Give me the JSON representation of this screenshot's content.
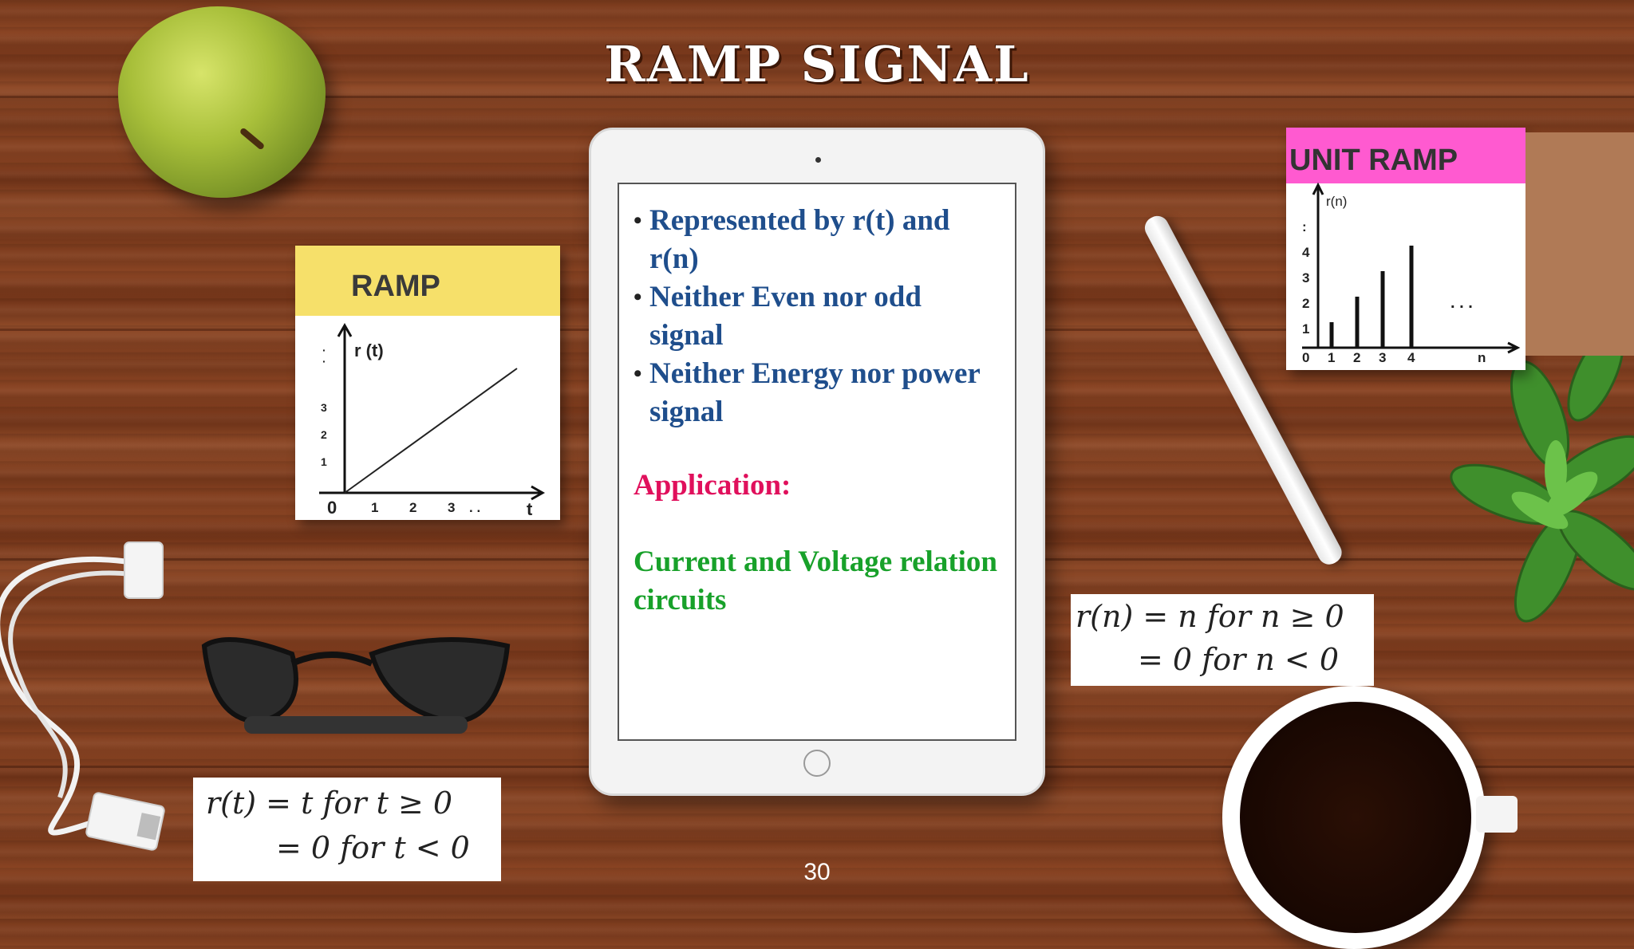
{
  "slide": {
    "title": "RAMP SIGNAL",
    "page_number": "30"
  },
  "tablet": {
    "bullets": [
      "Represented by r(t) and r(n)",
      "Neither Even nor odd signal",
      "Neither Energy nor power signal"
    ],
    "application_heading": "Application:",
    "application_text": "Current and Voltage relation circuits"
  },
  "ramp_note": {
    "heading": "RAMP",
    "ylabel": "r (t)",
    "xlabel": "t",
    "origin": "0",
    "x_ticks": [
      "1",
      "2",
      "3",
      ". ."
    ],
    "y_ticks": [
      "1",
      "2",
      "3",
      "·",
      "·"
    ]
  },
  "unit_ramp_note": {
    "heading": "UNIT RAMP",
    "ylabel": "r(n)",
    "xlabel": "n",
    "x_ticks": [
      "0",
      "1",
      "2",
      "3",
      "4"
    ],
    "y_ticks": [
      "1",
      "2",
      "3",
      "4",
      ":"
    ],
    "ellipsis": ". . .",
    "values": [
      1,
      2,
      3,
      4
    ]
  },
  "formula_continuous": {
    "line1": "r(t) = t  for t ≥ 0",
    "line2": "= 0 for t < 0"
  },
  "formula_discrete": {
    "line1": "r(n) = n  for n ≥ 0",
    "line2": "= 0   for n < 0"
  },
  "colors": {
    "bullet_text": "#1f4e8c",
    "application": "#e0105c",
    "application_text": "#18a12a",
    "ramp_note_header": "#f6e06a",
    "unit_ramp_header": "#ff5ad0"
  },
  "icons": [
    "apple-icon",
    "pencil-icon",
    "glasses-icon",
    "coffee-cup-icon",
    "plant-icon",
    "usb-cable-icon"
  ]
}
